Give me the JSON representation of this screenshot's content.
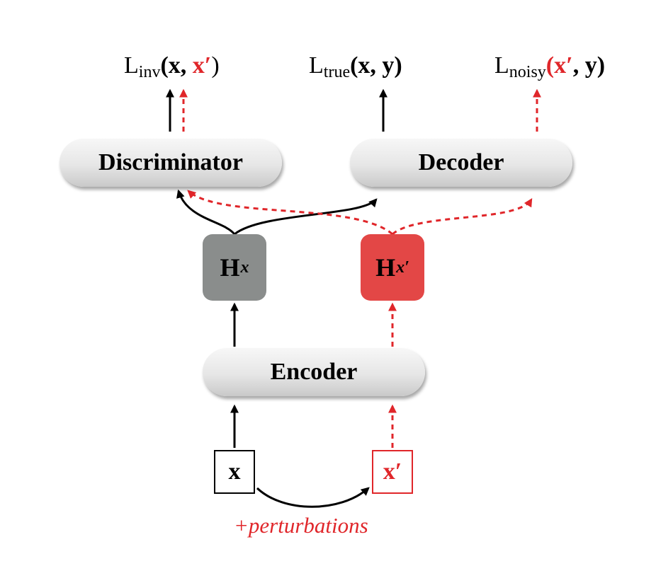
{
  "nodes": {
    "discriminator": "Discriminator",
    "decoder": "Decoder",
    "encoder": "Encoder",
    "hx": {
      "main": "H",
      "sub": "x"
    },
    "hxp": {
      "main": "H",
      "sub": "x′"
    },
    "input_x": "x",
    "input_xp": "x′"
  },
  "losses": {
    "inv": {
      "symbol": "L",
      "sub": "inv",
      "open": "(",
      "arg1": "x",
      "comma": ",",
      "arg2": "x′",
      "close": ")"
    },
    "true": {
      "symbol": "L",
      "sub": "true",
      "open": "(",
      "arg1": "x",
      "comma": ",",
      "arg2": "y",
      "close": ")"
    },
    "noisy": {
      "symbol": "L",
      "sub": "noisy",
      "open": "(",
      "arg1": "x′",
      "comma": ",",
      "arg2": "y",
      "close": ")"
    }
  },
  "perturbation_label": "+perturbations",
  "colors": {
    "clean_path": "#000000",
    "noisy_path": "#e0262a",
    "hx_fill": "#8a8d8c",
    "hxp_fill": "#e34746"
  }
}
